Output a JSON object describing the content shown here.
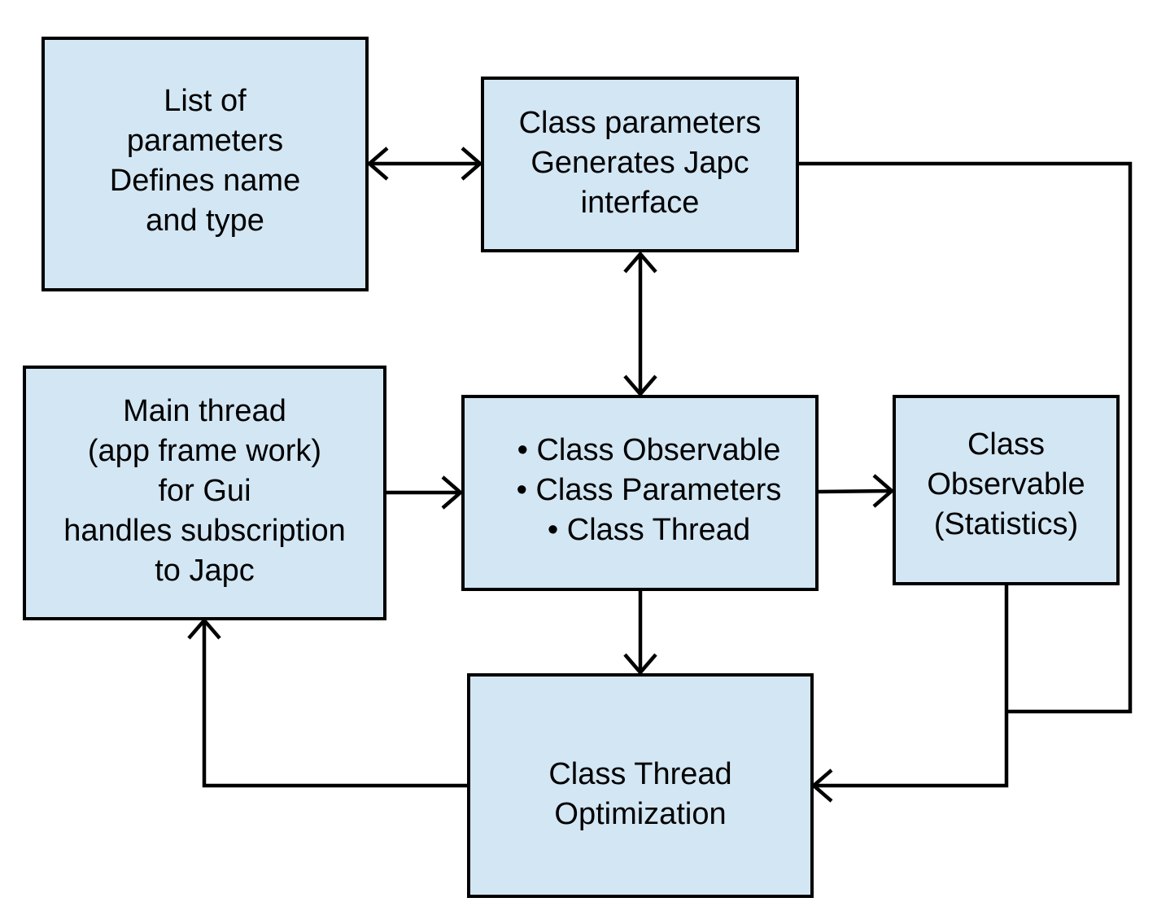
{
  "diagram": {
    "colors": {
      "box_fill": "#d3e6f3",
      "stroke": "#000000"
    },
    "nodes": {
      "list_of_parameters": {
        "lines": [
          "List of",
          "parameters",
          "Defines name",
          "and type"
        ]
      },
      "class_parameters": {
        "lines": [
          "Class parameters",
          "Generates Japc",
          "interface"
        ]
      },
      "main_thread": {
        "lines": [
          "Main thread",
          "(app frame work)",
          "for Gui",
          "handles subscription",
          "to Japc"
        ]
      },
      "core_classes": {
        "lines": [
          "• Class Observable",
          "• Class Parameters",
          "• Class Thread"
        ]
      },
      "class_observable_statistics": {
        "lines": [
          "Class",
          "Observable",
          "(Statistics)"
        ]
      },
      "class_thread_optimization": {
        "lines": [
          "Class Thread",
          "Optimization"
        ]
      }
    },
    "edges": [
      {
        "from": "list_of_parameters",
        "to": "class_parameters",
        "direction": "both"
      },
      {
        "from": "class_parameters",
        "to": "core_classes",
        "direction": "both"
      },
      {
        "from": "main_thread",
        "to": "core_classes",
        "direction": "forward"
      },
      {
        "from": "core_classes",
        "to": "class_observable_statistics",
        "direction": "forward"
      },
      {
        "from": "core_classes",
        "to": "class_thread_optimization",
        "direction": "forward"
      },
      {
        "from": "class_observable_statistics",
        "to": "class_thread_optimization",
        "direction": "forward"
      },
      {
        "from": "class_parameters",
        "to": "class_thread_optimization",
        "direction": "forward"
      },
      {
        "from": "class_thread_optimization",
        "to": "main_thread",
        "direction": "forward"
      }
    ]
  }
}
